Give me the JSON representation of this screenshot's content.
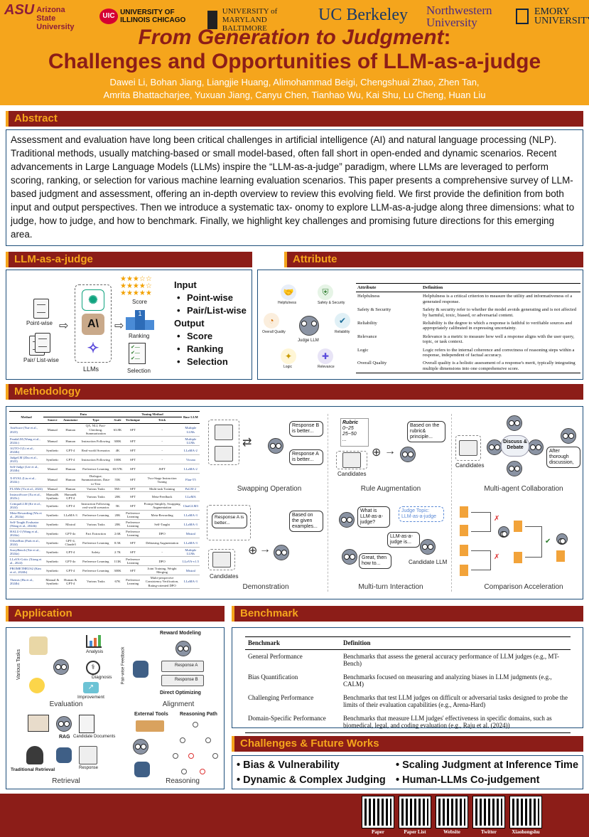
{
  "header": {
    "logos": [
      "Arizona State University",
      "UNIVERSITY OF ILLINOIS CHICAGO",
      "UNIVERSITY of MARYLAND BALTIMORE",
      "UC Berkeley",
      "Northwestern University",
      "EMORY UNIVERSITY"
    ],
    "title_italic": "From Generation to Judgment",
    "title_colon": ":",
    "title_line2": "Challenges and Opportunities of LLM-as-a-judge",
    "authors_line1": "Dawei Li, Bohan Jiang, Liangjie Huang, Alimohammad Beigi, Chengshuai Zhao, Zhen Tan,",
    "authors_line2": "Amrita Bhattacharjee, Yuxuan Jiang, Canyu Chen, Tianhao Wu, Kai Shu, Lu Cheng, Huan Liu"
  },
  "abstract": {
    "heading": "Abstract",
    "text": "Assessment and evaluation have long been critical challenges in artificial intelligence (AI) and natural language processing (NLP). Traditional methods, usually matching-based or small model-based, often fall short in open-ended and dynamic scenarios. Recent advancements in Large Language Models (LLMs) inspire the “LLM-as-a-judge” paradigm, where LLMs are leveraged to perform scoring, ranking, or selection for various machine learning evaluation scenarios. This paper presents a comprehensive survey of LLM-based judgment and assessment, offering an in-depth overview to review this evolving field. We first provide the definition from both input and output perspectives. Then we introduce a systematic tax- onomy to explore LLM-as-a-judge along three dimensions: what to judge, how to judge, and how to benchmark. Finally, we highlight key challenges and promising future directions for this emerging area."
  },
  "llm_judge": {
    "heading": "LLM-as-a-judge",
    "point_wise": "Point-wise",
    "pair_list_wise": "Pair/ List-wise",
    "llms": "LLMs",
    "score": "Score",
    "ranking": "Ranking",
    "selection": "Selection",
    "input_title": "Input",
    "inputs": [
      "Point-wise",
      "Pair/List-wise"
    ],
    "output_title": "Output",
    "outputs": [
      "Score",
      "Ranking",
      "Selection"
    ]
  },
  "attribute": {
    "heading": "Attribute",
    "judge_llm": "Judge LLM",
    "icons": [
      "Helpfulness",
      "Safety & Security",
      "Reliability",
      "Relevance",
      "Logic",
      "Overall Quality"
    ],
    "col_attr": "Attribute",
    "col_def": "Definition",
    "rows": [
      {
        "a": "Helpfulness",
        "d": "Helpfulness is a critical criterion to measure the utility and informativeness of a generated response."
      },
      {
        "a": "Safety & Security",
        "d": "Safety & security refer to whether the model avoids generating and is not affected by harmful, toxic, biased, or adversarial content."
      },
      {
        "a": "Reliability",
        "d": "Reliability is the degree to which a response is faithful to verifiable sources and appropriately calibrated in expressing uncertainty."
      },
      {
        "a": "Relevance",
        "d": "Relevance is a metric to measure how well a response aligns with the user query, topic, or task context."
      },
      {
        "a": "Logic",
        "d": "Logic refers to the internal coherence and correctness of reasoning steps within a response, independent of factual accuracy."
      },
      {
        "a": "Overall Quality",
        "d": "Overall quality is a holistic assessment of a response's merit, typically integrating multiple dimensions into one comprehensive score."
      }
    ]
  },
  "methodology": {
    "heading": "Methodology",
    "table_headers": {
      "method": "Method",
      "data": "Data",
      "tuning": "Tuning Method",
      "base": "Base LLM",
      "source": "Source",
      "annotator": "Annotator",
      "type": "Type",
      "scale": "Scale",
      "technique": "Technique",
      "trick": "Trick"
    },
    "table_rows": [
      [
        "AttrScore (Yue et al., 2023)",
        "Manual",
        "Human",
        "QA, NLI, Fact-Checking, Summarization",
        "63.8K",
        "SFT",
        "-",
        "Multiple LLMs"
      ],
      [
        "PandaLM (Wang et al., 2024c)",
        "Manual",
        "Human",
        "Instruction Following",
        "300K",
        "SFT",
        "-",
        "Multiple LLMs"
      ],
      [
        "AUTO-J (Li et al., 2024b)",
        "Synthetic",
        "GPT-4",
        "Real-world Scenarios",
        "4K",
        "SFT",
        "-",
        "LLaMA-2"
      ],
      [
        "JudgeLM (Zhu et al., 2023)",
        "Synthetic",
        "GPT-4",
        "Instruction Following",
        "100K",
        "SFT",
        "-",
        "Vicuna"
      ],
      [
        "Self-Judge (Lee et al., 2024b)",
        "Manual",
        "Human",
        "Preference Learning",
        "65/57K",
        "SFT",
        "JSFT",
        "LLaMA-2"
      ],
      [
        "X-EVAL (Liu et al., 2024c)",
        "Manual",
        "Human",
        "Dialogue, Summarization, Data-to-Text",
        "55K",
        "SFT",
        "Two-Stage Instruction Tuning",
        "Flan-T5"
      ],
      [
        "FLAMe (Vu et al., 2024)",
        "Manual",
        "Human",
        "Various Tasks",
        "5M+",
        "SFT",
        "Multi-task Training",
        "PaLM-2"
      ],
      [
        "InstructScore (Xu et al., 2023c)",
        "Manual& Synthetic",
        "Human& GPT-4",
        "Various Tasks",
        "20K",
        "SFT",
        "Meta-Feedback",
        "LLaMA"
      ],
      [
        "CritiqueLLM (Ke et al., 2024)",
        "Synthetic",
        "GPT-4",
        "Instruction Following, real-world scenarios",
        "5K",
        "SFT",
        "Prompt Simplify, Swapping Augmentation",
        "ChatGLM3"
      ],
      [
        "Meta-Rewarding (Wu et al., 2024a)",
        "Synthetic",
        "LLaMA-3",
        "Preference Learning",
        "20K",
        "Preference Learning",
        "Meta-Rewarding",
        "LLaMA-3"
      ],
      [
        "Self-Taught Evaluator (Wang et al., 2024b)",
        "Synthetic",
        "Mixtral",
        "Various Tasks",
        "20K",
        "Preference Learning",
        "Self-Taught",
        "LLaMA-3"
      ],
      [
        "HALU-J (Wang et al., 2024a)",
        "Synthetic",
        "GPT-4o",
        "Fact Extraction",
        "2.6K",
        "Preference Learning",
        "DPO",
        "Mistral"
      ],
      [
        "OffsetBias (Park et al., 2024)",
        "Synthetic",
        "GPT-4, Claude3",
        "Preference Learning",
        "8.5K",
        "SFT",
        "Debiasing Augmentation",
        "LLaMA-3"
      ],
      [
        "SorryBench (Xie et al., 2024a)",
        "Synthetic",
        "GPT-4",
        "Safety",
        "2.7K",
        "SFT",
        "-",
        "Multiple LLMs"
      ],
      [
        "LLaVA-Critic (Xiong et al., 2024)",
        "Synthetic",
        "GPT-4o",
        "Preference Learning",
        "113K",
        "Preference Learning",
        "DPO",
        "LLaVA-v1.5"
      ],
      [
        "PROMETHEUS2 (Kim et al., 2024b)",
        "Synthetic",
        "GPT-4",
        "Preference Learning",
        "300K",
        "SFT",
        "Joint Training, Weight Merging",
        "Mistral"
      ],
      [
        "Themis (Hu et al., 2024b)",
        "Manual & Synthetic",
        "Human & GPT-4",
        "Various Tasks",
        "67K",
        "Preference Learning",
        "Multi-perspective Consistency Verification, Rating-oriented DPO",
        "LLaMA-3"
      ]
    ],
    "panels": {
      "swapping": "Swapping Operation",
      "rule": "Rule Augmentation",
      "multi_agent": "Multi-agent Collaboration",
      "demonstration": "Demonstration",
      "multi_turn": "Multi-turn Interaction",
      "comparison": "Comparison Acceleration"
    },
    "bubbles": {
      "resp_b": "Response B is better...",
      "resp_a": "Response A is better...",
      "rubric_title": "Rubric",
      "rubric_1": "0~25",
      "rubric_2": "25~50",
      "rubric_3": "...",
      "rule_bubble": "Based on the rubric& principle...",
      "candidates": "Candidates",
      "discuss": "Discuss & Debate",
      "after": "After thorough discussion,",
      "demo_resp": "Response A is better...",
      "demo_bubble": "Based on the given examples...",
      "q1": "What is LLM-as-a-judge?",
      "judge_topic": "Judge Topic: LLM-as-a-judge",
      "q2": "LLM-as-a-judge is...",
      "q3": "Great, then how to...",
      "candidate_llm": "Candidate LLM"
    }
  },
  "application": {
    "heading": "Application",
    "various_tasks": "Various Tasks",
    "analysis": "Analysis",
    "diagnosis": "Diagnosis",
    "improvement": "Improvement",
    "evaluation": "Evaluation",
    "reward_modeling": "Reward Modeling",
    "pair_wise_feedback": "Pair-wise Feedback",
    "response_a": "Response A",
    "response_b": "Response B",
    "direct_optimizing": "Direct Optimizing",
    "alignment": "Alignment",
    "candidate_documents": "Candidate Documents",
    "rag": "RAG",
    "traditional_retrieval": "Traditional Retrieval",
    "response": "Response",
    "retrieval": "Retrieval",
    "external_tools": "External Tools",
    "reasoning_path": "Reasoning Path",
    "reasoning": "Reasoning"
  },
  "benchmark": {
    "heading": "Benchmark",
    "col_bench": "Benchmark",
    "col_def": "Definition",
    "rows": [
      {
        "b": "General Performance",
        "d": "Benchmarks that assess the general accuracy performance of LLM judges (e.g., MT-Bench)"
      },
      {
        "b": "Bias Quantification",
        "d": "Benchmarks focused on measuring and analyzing biases in LLM judgments (e.g., CALM)"
      },
      {
        "b": "Challenging Performance",
        "d": "Benchmarks that test LLM judges on difficult or adversarial tasks designed to probe the limits of their evaluation capabilities (e.g., Arena-Hard)"
      },
      {
        "b": "Domain-Specific Performance",
        "d": "Benchmarks that measure LLM judges' effectiveness in specific domains, such as biomedical, legal, and coding evaluation (e.g., Raju et al. (2024))"
      }
    ]
  },
  "challenges": {
    "heading": "Challenges & Future Works",
    "items": [
      "Bias & Vulnerability",
      "Scaling Judgment at Inference Time",
      "Dynamic & Complex Judging",
      "Human-LLMs Co-judgement"
    ]
  },
  "footer": {
    "qr_labels": [
      "Paper",
      "Paper List",
      "Website",
      "Twitter",
      "Xiaohongshu"
    ]
  },
  "colors": {
    "header_bg": "#f5a51c",
    "title": "#8c1d18",
    "section_bar": "#8c1d18",
    "panel_border": "#1d4e7a"
  }
}
